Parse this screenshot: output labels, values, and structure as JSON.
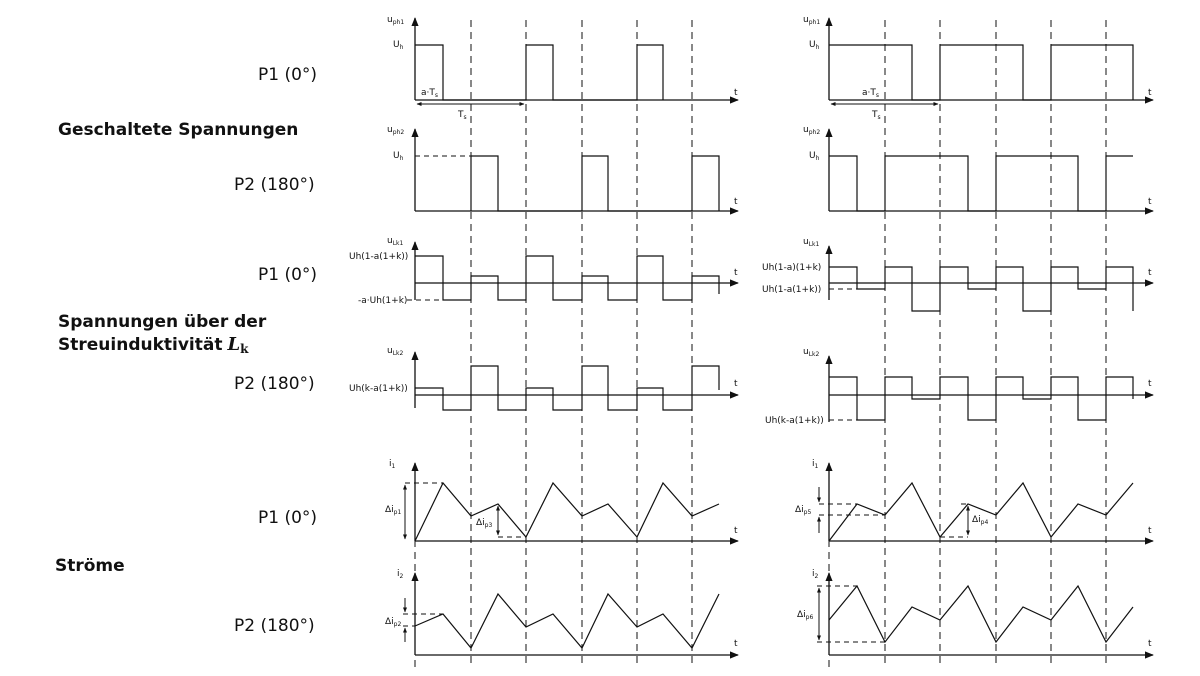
{
  "row_labels": {
    "r1": "P1 (0°)",
    "r2": "P2 (180°)",
    "r3": "P1 (0°)",
    "r4": "P2 (180°)",
    "r5": "P1 (0°)",
    "r6": "P2 (180°)"
  },
  "group_labels": {
    "switched": "Geschaltete Spannungen",
    "leakage_line1": "Spannungen über der",
    "leakage_line2": "Streuinduktivität",
    "leakage_symbol": "L",
    "leakage_symbol_sub": "k",
    "currents": "Ströme"
  },
  "axis_label_t": "t",
  "left": {
    "uph1": {
      "base": "u",
      "sub": "ph1"
    },
    "uph1_level": {
      "base": "U",
      "sub": "h"
    },
    "duty": {
      "base": "a·T",
      "sub": "s"
    },
    "period": {
      "base": "T",
      "sub": "s"
    },
    "uph2": {
      "base": "u",
      "sub": "ph2"
    },
    "uph2_level": {
      "base": "U",
      "sub": "h"
    },
    "ulk1": {
      "base": "u",
      "sub": "Lk1"
    },
    "ulk1_high": "Uh(1-a(1+k))",
    "ulk1_low": "-a·Uh(1+k)",
    "ulk2": {
      "base": "u",
      "sub": "Lk2"
    },
    "ulk2_high": "Uh(k-a(1+k))",
    "i1": {
      "base": "i",
      "sub": "1"
    },
    "dip1": {
      "base": "Δi",
      "sub": "p1"
    },
    "dip3": {
      "base": "Δi",
      "sub": "p3"
    },
    "i2": {
      "base": "i",
      "sub": "2"
    },
    "dip2": {
      "base": "Δi",
      "sub": "p2"
    }
  },
  "right": {
    "uph1": {
      "base": "u",
      "sub": "ph1"
    },
    "uph1_level": {
      "base": "U",
      "sub": "h"
    },
    "duty": {
      "base": "a·T",
      "sub": "s"
    },
    "period": {
      "base": "T",
      "sub": "s"
    },
    "uph2": {
      "base": "u",
      "sub": "ph2"
    },
    "uph2_level": {
      "base": "U",
      "sub": "h"
    },
    "ulk1": {
      "base": "u",
      "sub": "Lk1"
    },
    "ulk1_high": "Uh(1-a)(1+k)",
    "ulk1_low": "Uh(1-a(1+k))",
    "ulk2": {
      "base": "u",
      "sub": "Lk2"
    },
    "ulk2_low": "Uh(k-a(1+k))",
    "i1": {
      "base": "i",
      "sub": "1"
    },
    "dip5": {
      "base": "Δi",
      "sub": "p5"
    },
    "dip4": {
      "base": "Δi",
      "sub": "p4"
    },
    "i2": {
      "base": "i",
      "sub": "2"
    },
    "dip6": {
      "base": "Δi",
      "sub": "p6"
    }
  }
}
